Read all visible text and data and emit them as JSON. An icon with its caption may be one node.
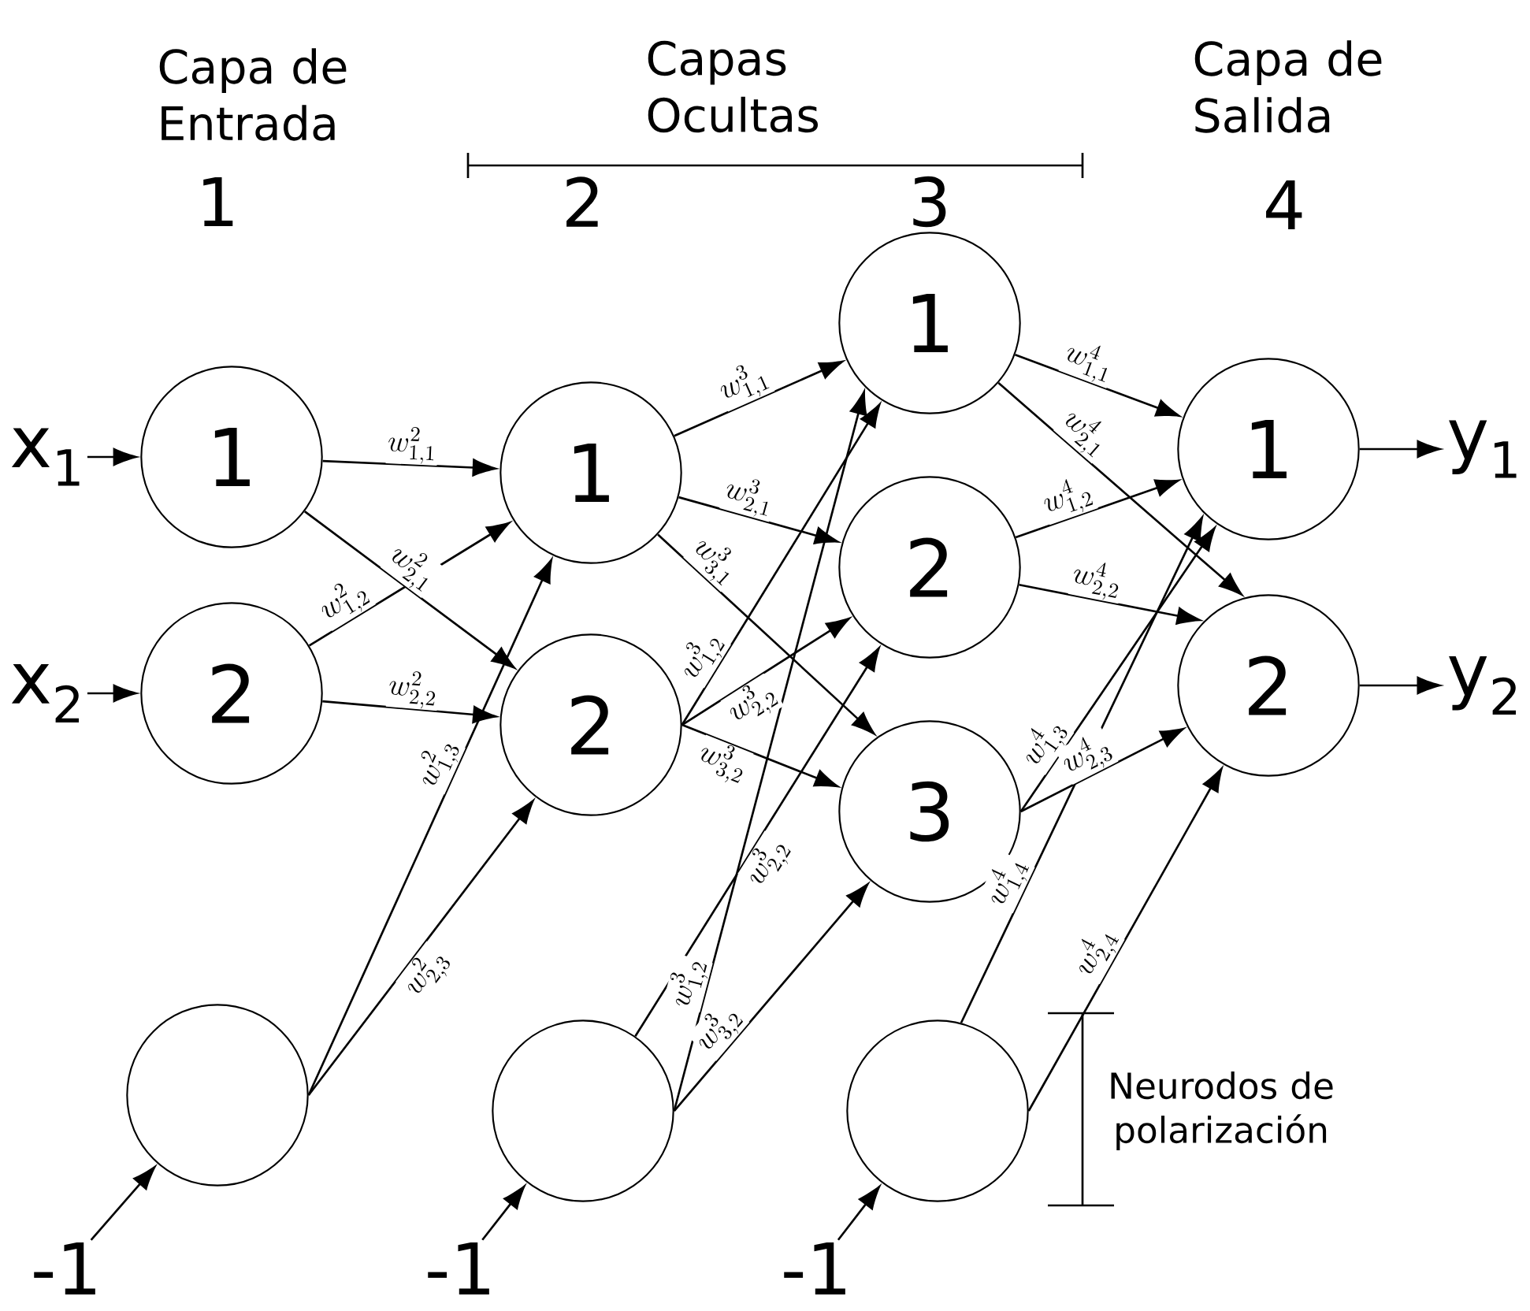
{
  "diagram": {
    "nodes": [
      {
        "text": [
          "x$_{1}$"
        ]
      },
      {
        "text": [
          "x$_{2}$"
        ]
      },
      {
        "text": [
          "1"
        ]
      },
      {
        "text": [
          "2"
        ]
      },
      {
        "text": [],
        "shape": "circle"
      },
      {
        "text": [
          "-1"
        ]
      },
      {
        "text": [
          "1"
        ]
      },
      {
        "text": [
          "2"
        ]
      },
      {
        "text": [],
        "shape": "circle"
      },
      {
        "text": [
          "-1"
        ]
      },
      {
        "text": [
          "1"
        ]
      },
      {
        "text": [
          "2"
        ]
      },
      {
        "text": [
          "3"
        ]
      },
      {
        "text": [],
        "shape": "circle"
      },
      {
        "text": [
          "-1"
        ]
      },
      {
        "text": [
          "1"
        ]
      },
      {
        "text": [
          "2"
        ]
      },
      {
        "text": [
          "y$_{1}$"
        ]
      },
      {
        "text": [
          "y$_{2}$"
        ]
      }
    ],
    "edges": [
      {
        "from": 0,
        "to": 2,
        "arrow": "to"
      },
      {
        "from": 1,
        "to": 3,
        "arrow": "to"
      },
      {
        "from": 5,
        "to": 4,
        "arrow": "to"
      },
      {
        "from": 9,
        "to": 8,
        "arrow": "to"
      },
      {
        "from": 14,
        "to": 13,
        "arrow": "to"
      },
      {
        "from": 15,
        "to": 17,
        "arrow": "to"
      },
      {
        "from": 16,
        "to": 18,
        "arrow": "to"
      },
      {
        "from": 2,
        "to": 6,
        "arrow": "to",
        "label": "w^{2}_{1,1}"
      },
      {
        "from": 2,
        "to": 7,
        "arrow": "to",
        "label": "w^{2}_{2,1}"
      },
      {
        "from": 3,
        "to": 6,
        "arrow": "to",
        "label": "w^{2}_{1,2}"
      },
      {
        "from": 3,
        "to": 7,
        "arrow": "to",
        "label": "w^{2}_{2,2}"
      },
      {
        "from": 4,
        "to": 6,
        "arrow": "to",
        "label": "w^{2}_{1,3}"
      },
      {
        "from": 4,
        "to": 7,
        "arrow": "to",
        "label": "w^{2}_{2,3}"
      },
      {
        "from": 6,
        "to": 10,
        "arrow": "to",
        "label": "w^{3}_{1,1}"
      },
      {
        "from": 6,
        "to": 11,
        "arrow": "to",
        "label": "w^{3}_{2,1}"
      },
      {
        "from": 6,
        "to": 12,
        "arrow": "to",
        "label": "w^{3}_{3,1}"
      },
      {
        "from": 7,
        "to": 10,
        "arrow": "to",
        "label": "w^{3}_{1,2}"
      },
      {
        "from": 7,
        "to": 11,
        "arrow": "to",
        "label": "w^{3}_{2,2}"
      },
      {
        "from": 7,
        "to": 12,
        "arrow": "to",
        "label": "w^{3}_{3,2}"
      },
      {
        "from": 8,
        "to": 10,
        "arrow": "to",
        "label": "w^{3}_{1,2}"
      },
      {
        "from": 8,
        "to": 11,
        "arrow": "to",
        "label": "w^{3}_{2,2}"
      },
      {
        "from": 8,
        "to": 12,
        "arrow": "to",
        "label": "w^{3}_{3,2}"
      },
      {
        "from": 10,
        "to": 15,
        "arrow": "to",
        "label": "w^{4}_{1,1}"
      },
      {
        "from": 10,
        "to": 16,
        "arrow": "to",
        "label": "w^{4}_{2,1}"
      },
      {
        "from": 11,
        "to": 15,
        "arrow": "to",
        "label": "w^{4}_{1,2}"
      },
      {
        "from": 11,
        "to": 16,
        "arrow": "to",
        "label": "w^{4}_{2,2}"
      },
      {
        "from": 12,
        "to": 15,
        "arrow": "to",
        "label": "w^{4}_{1,3}"
      },
      {
        "from": 12,
        "to": 16,
        "arrow": "to",
        "label": "w^{4}_{2,3}"
      },
      {
        "from": 13,
        "to": 15,
        "arrow": "to",
        "label": "w^{4}_{1,4}"
      },
      {
        "from": 13,
        "to": 16,
        "arrow": "to",
        "label": "w^{4}_{2,4}"
      }
    ],
    "labels": [
      "Capa de Entrada",
      "1",
      "Capas Ocultas",
      "2",
      "3",
      "Capa de Salida",
      "4",
      "Neurodos de polarización"
    ]
  }
}
